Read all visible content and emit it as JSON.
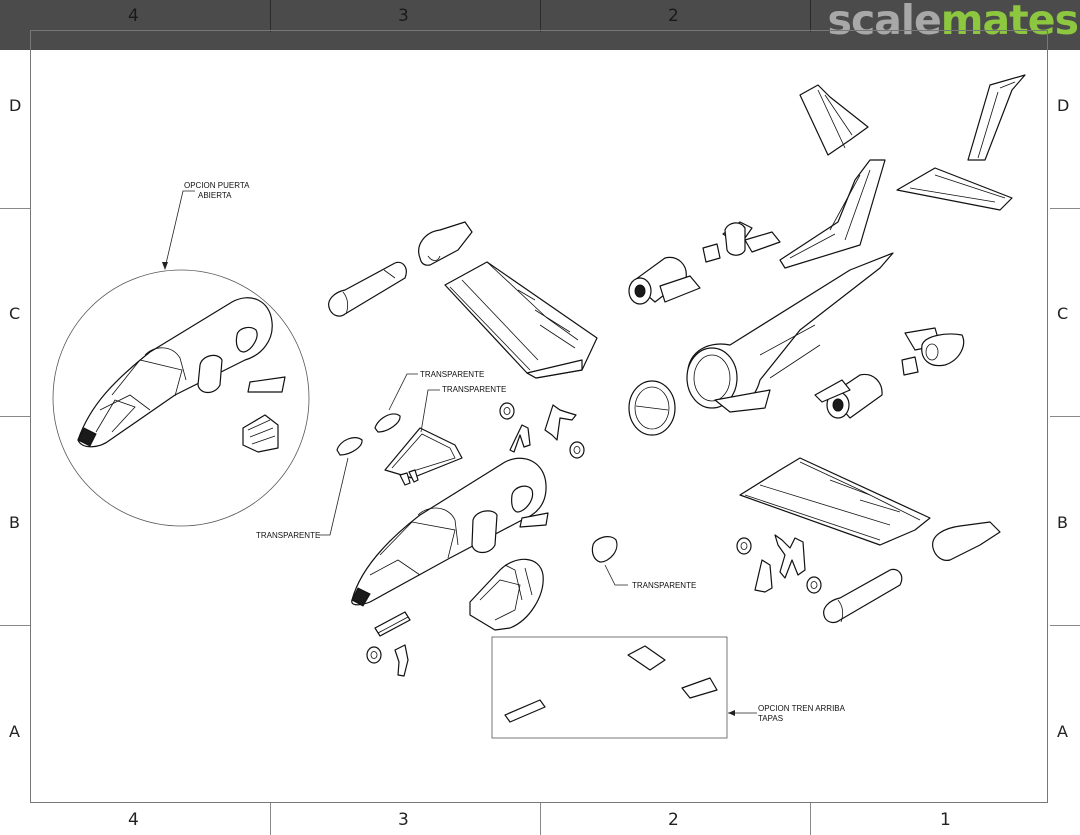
{
  "grid": {
    "columns": [
      "4",
      "3",
      "2",
      "1"
    ],
    "rows": [
      "D",
      "C",
      "B",
      "A"
    ]
  },
  "watermark": {
    "part1": "scale",
    "part2": "mates"
  },
  "callouts": {
    "door_option_line1": "OPCION PUERTA",
    "door_option_line2": "ABIERTA",
    "transparente_1": "TRANSPARENTE",
    "transparente_2": "TRANSPARENTE",
    "transparente_3": "TRANSPARENTE",
    "transparente_4": "TRANSPARENTE",
    "gear_option_line1": "OPCION TREN ARRIBA",
    "gear_option_line2": "TAPAS"
  },
  "colors": {
    "topbar": "#4b4b4b",
    "logo_grey": "#a8a8a8",
    "logo_green": "#8dc63f",
    "line": "#111111"
  }
}
